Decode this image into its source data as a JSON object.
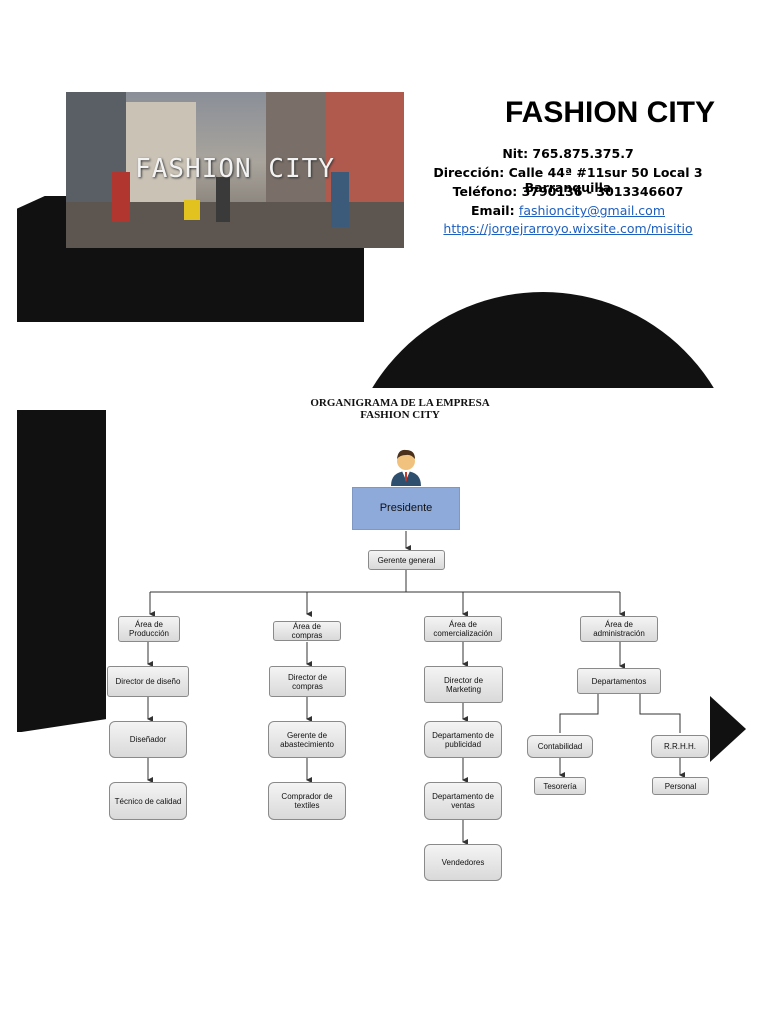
{
  "header": {
    "photo_title": "FASHION CITY",
    "company_title": "FASHION CITY",
    "nit": "Nit: 765.875.375.7",
    "direccion": "Dirección: Calle 44ª #11sur 50 Local 3 Barranquilla",
    "telefono": "Teléfono: 3790136  - 3013346607",
    "email_label": "Email: ",
    "email": "fashioncity@gmail.com",
    "website": "https://jorgejrarroyo.wixsite.com/misitio"
  },
  "org": {
    "title_line1": "ORGANIGRAMA DE LA EMPRESA",
    "title_line2": "FASHION CITY",
    "presidente": "Presidente",
    "gerente": "Gerente general",
    "area_produccion": "Área de Producción",
    "area_compras": "Área de compras",
    "area_comercializacion": "Área de comercialización",
    "area_administracion": "Área de administración",
    "director_diseno": "Director de diseño",
    "director_compras": "Director de compras",
    "director_marketing": "Director de Marketing",
    "departamentos": "Departamentos",
    "disenador": "Diseñador",
    "gerente_abastecimiento": "Gerente de abastecimiento",
    "depto_publicidad": "Departamento de publicidad",
    "contabilidad": "Contabilidad",
    "rrhh": "R.R.H.H.",
    "tecnico_calidad": "Técnico de calidad",
    "comprador_textiles": "Comprador de textiles",
    "depto_ventas": "Departamento de ventas",
    "tesoreria": "Tesorería",
    "personal": "Personal",
    "vendedores": "Vendedores"
  },
  "colors": {
    "dark_shape": "#111111",
    "president_fill": "#8eaadb",
    "link": "#1f5fbf"
  },
  "icons": {
    "person": "businessman-avatar-icon"
  }
}
